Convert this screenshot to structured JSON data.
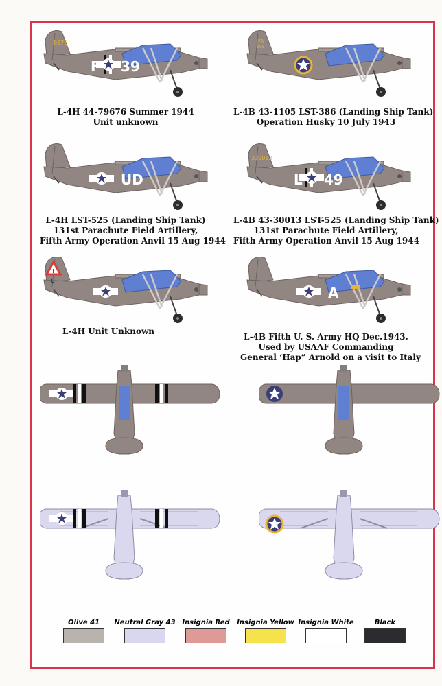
{
  "profiles": [
    {
      "id": "p1",
      "caption": [
        "L-4H  44-79676 Summer 1944",
        "Unit unknown"
      ],
      "tail_code": "8676",
      "code_left": "F",
      "code_right": "39",
      "insignia": "star-bar",
      "stripes": true
    },
    {
      "id": "p2",
      "caption": [
        "L-4B  43-1105 LST-386 (Landing Ship Tank)",
        "Operation Husky 10 July 1943"
      ],
      "tail_code": "FA 105",
      "insignia": "yellow-ring-star"
    },
    {
      "id": "p3",
      "caption": [
        "L-4H   LST-525 (Landing Ship Tank)",
        "131st Parachute Field Artillery,",
        "Fifth Army Operation Anvil 15 Aug 1944"
      ],
      "code_right": "UD",
      "insignia": "star-bar"
    },
    {
      "id": "p4",
      "caption": [
        "L-4B 43-30013  LST-525 (Landing Ship Tank)",
        "131st Parachute Field Artillery,",
        "Fifth Army Operation Anvil 15 Aug 1944"
      ],
      "tail_code": "330013",
      "code_left": "L",
      "code_right": "49",
      "insignia": "star-bar",
      "stripes": true
    },
    {
      "id": "p5",
      "caption": [
        "L-4H  Unit Unknown"
      ],
      "insignia": "star-bar",
      "tail_emblem": "C"
    },
    {
      "id": "p6",
      "caption": [
        "L-4B   Fifth U. S. Army HQ Dec.1943.",
        "Used by USAAF Commanding",
        "General ‘Hap” Arnold on a visit to Italy"
      ],
      "code_right": "A",
      "insignia": "star-bar"
    }
  ],
  "legend": [
    {
      "label": "Olive 41",
      "color": "#b9b3ae"
    },
    {
      "label": "Neutral Gray 43",
      "color": "#d9d6ef"
    },
    {
      "label": "Insignia Red",
      "color": "#dd9a96"
    },
    {
      "label": "Insignia Yellow",
      "color": "#f6e24a"
    },
    {
      "label": "Insignia White",
      "color": "#ffffff"
    },
    {
      "label": "Black",
      "color": "#2c2b2f"
    }
  ],
  "colors": {
    "frame": "#d8344b",
    "olive": "#918682",
    "canopy": "#5f7fd3",
    "underside": "#dad8ef",
    "insignia_blue": "#3b3f78",
    "yellow": "#e8b33a"
  }
}
